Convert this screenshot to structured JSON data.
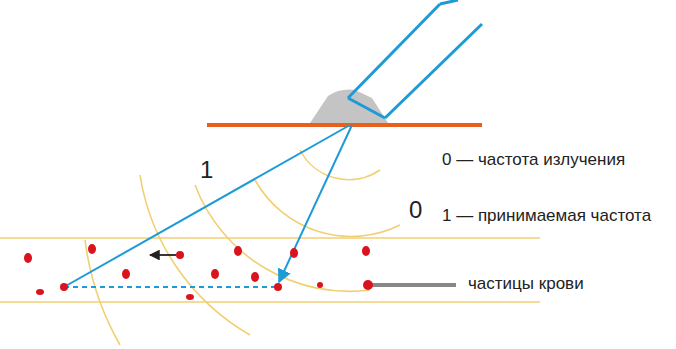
{
  "diagram": {
    "labels": [
      "1",
      "0",
      "0 — частота излучения",
      "1 — принимаемая частота",
      "частицы крови"
    ]
  }
}
